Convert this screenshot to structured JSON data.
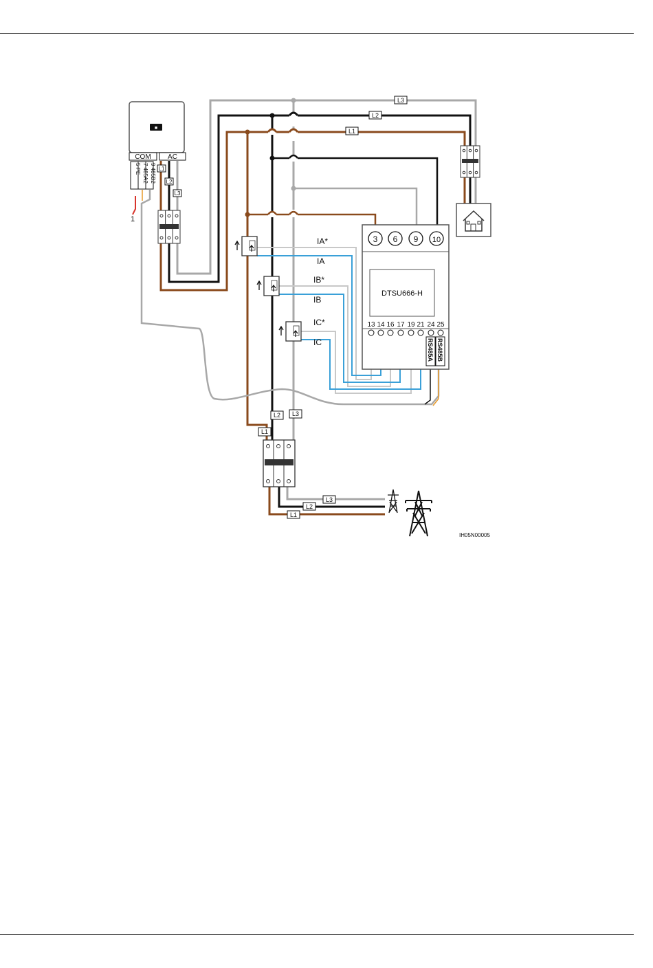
{
  "diagram": {
    "inverter": {
      "com_label": "COM",
      "ac_label": "AC",
      "pins": [
        "5 PE",
        "7 485A2",
        "9 485B2"
      ],
      "callout": "1"
    },
    "phase_labels": {
      "l1": "L1",
      "l2": "L2",
      "l3": "L3"
    },
    "meter": {
      "model": "DTSU666-H",
      "voltage_terminals": [
        "3",
        "6",
        "9",
        "10"
      ],
      "ct_terminals": [
        "13",
        "14",
        "16",
        "17",
        "19",
        "21",
        "24",
        "25"
      ],
      "rs485a": "RS485A",
      "rs485b": "RS485B"
    },
    "ct_signals": {
      "ia_star": "IA*",
      "ia": "IA",
      "ib_star": "IB*",
      "ib": "IB",
      "ic_star": "IC*",
      "ic": "IC"
    },
    "reference": "IH05N00005"
  },
  "colors": {
    "l1": "#8a4a1c",
    "l2": "#111111",
    "l3": "#a8a8a8",
    "ct_star": "#c8c8c8",
    "ct": "#3aa0d8",
    "rs485a": "#8a4a1c",
    "rs485b": "#e89a2a",
    "pe": "#d8342c"
  }
}
